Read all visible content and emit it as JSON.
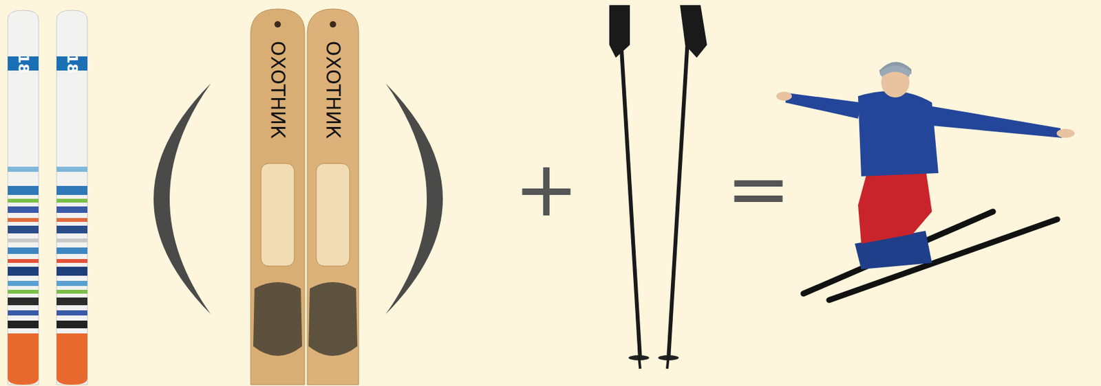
{
  "diagram": {
    "labels": [
      "18",
      "18",
      "ОХОТНИК",
      "ОХОТНИК",
      "+",
      "="
    ]
  }
}
